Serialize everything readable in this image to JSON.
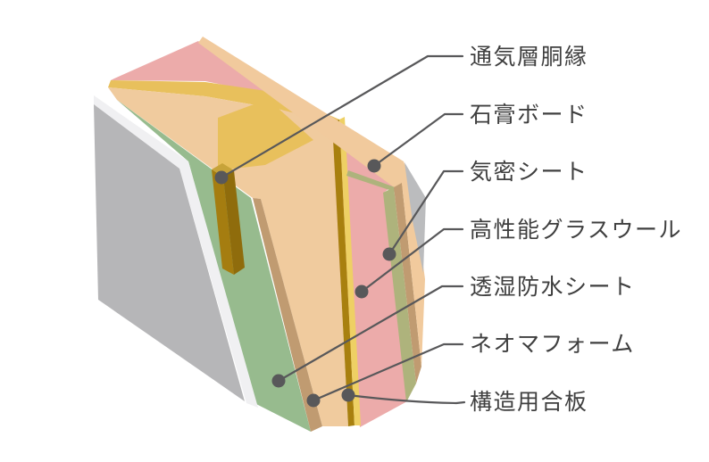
{
  "diagram": {
    "kind": "isometric-wall-layer-cutaway",
    "label_count": "7"
  },
  "callouts": [
    {
      "label": "通気層胴縁",
      "target": "ventilation-furring-batten"
    },
    {
      "label": "石膏ボード",
      "target": "gypsum-board"
    },
    {
      "label": "気密シート",
      "target": "airtight-sheet"
    },
    {
      "label": "高性能グラスウール",
      "target": "high-performance-glasswool"
    },
    {
      "label": "透湿防水シート",
      "target": "breathable-waterproof-sheet"
    },
    {
      "label": "ネオマフォーム",
      "target": "neoma-foam"
    },
    {
      "label": "構造用合板",
      "target": "structural-plywood"
    }
  ],
  "colors": {
    "background": "#ffffff",
    "glasswool_pink": "#ecabaa",
    "stud_gold": "#e8c05c",
    "plywood_face_yellow": "#eed064",
    "plywood_edge_darkgold": "#a8800f",
    "neoma_face_peach": "#f0cb9e",
    "neoma_edge_brown": "#c09b71",
    "waterproof_sheet_green": "#97bb8e",
    "airtight_sheet_olive": "#aeb37c",
    "gypsum_face_tan": "#f1ca9d",
    "gypsum_core_gray": "#bbbcbe",
    "siding_gray": "#b6b6b8",
    "siding_edge_white": "#f0f0f2",
    "batten_front_gold": "#a57d10",
    "batten_side_gold": "#8f6c0c",
    "batten_top_gold": "#c7a339",
    "leader_line": "#58585a",
    "label_text": "#3f3f3f"
  }
}
